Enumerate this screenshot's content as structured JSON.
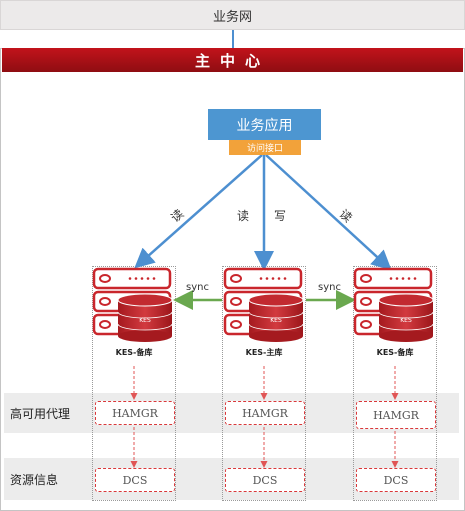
{
  "top": {
    "network": "业务网"
  },
  "main": {
    "title": "主中心"
  },
  "app": {
    "name": "业务应用",
    "interface": "访问接口"
  },
  "edges": {
    "read_left": "读",
    "read_mid": "读",
    "write_mid": "写",
    "read_right": "读"
  },
  "sync": {
    "left": "sync",
    "right": "sync"
  },
  "nodes": [
    {
      "label": "KES-备库",
      "db_tag": "KES",
      "ha": "HAMGR",
      "dcs": "DCS"
    },
    {
      "label": "KES-主库",
      "db_tag": "KES",
      "ha": "HAMGR",
      "dcs": "DCS"
    },
    {
      "label": "KES-备库",
      "db_tag": "KES",
      "ha": "HAMGR",
      "dcs": "DCS"
    }
  ],
  "rows": {
    "ha_label": "高可用代理",
    "dcs_label": "资源信息"
  },
  "colors": {
    "header_red": "#b0151b",
    "server_red": "#c9262c",
    "app_blue": "#4d96d1",
    "interface_orange": "#f2a23a",
    "sync_green": "#6aa84f",
    "arrow_blue": "#4d8fd0",
    "dash_red": "#e05555"
  }
}
